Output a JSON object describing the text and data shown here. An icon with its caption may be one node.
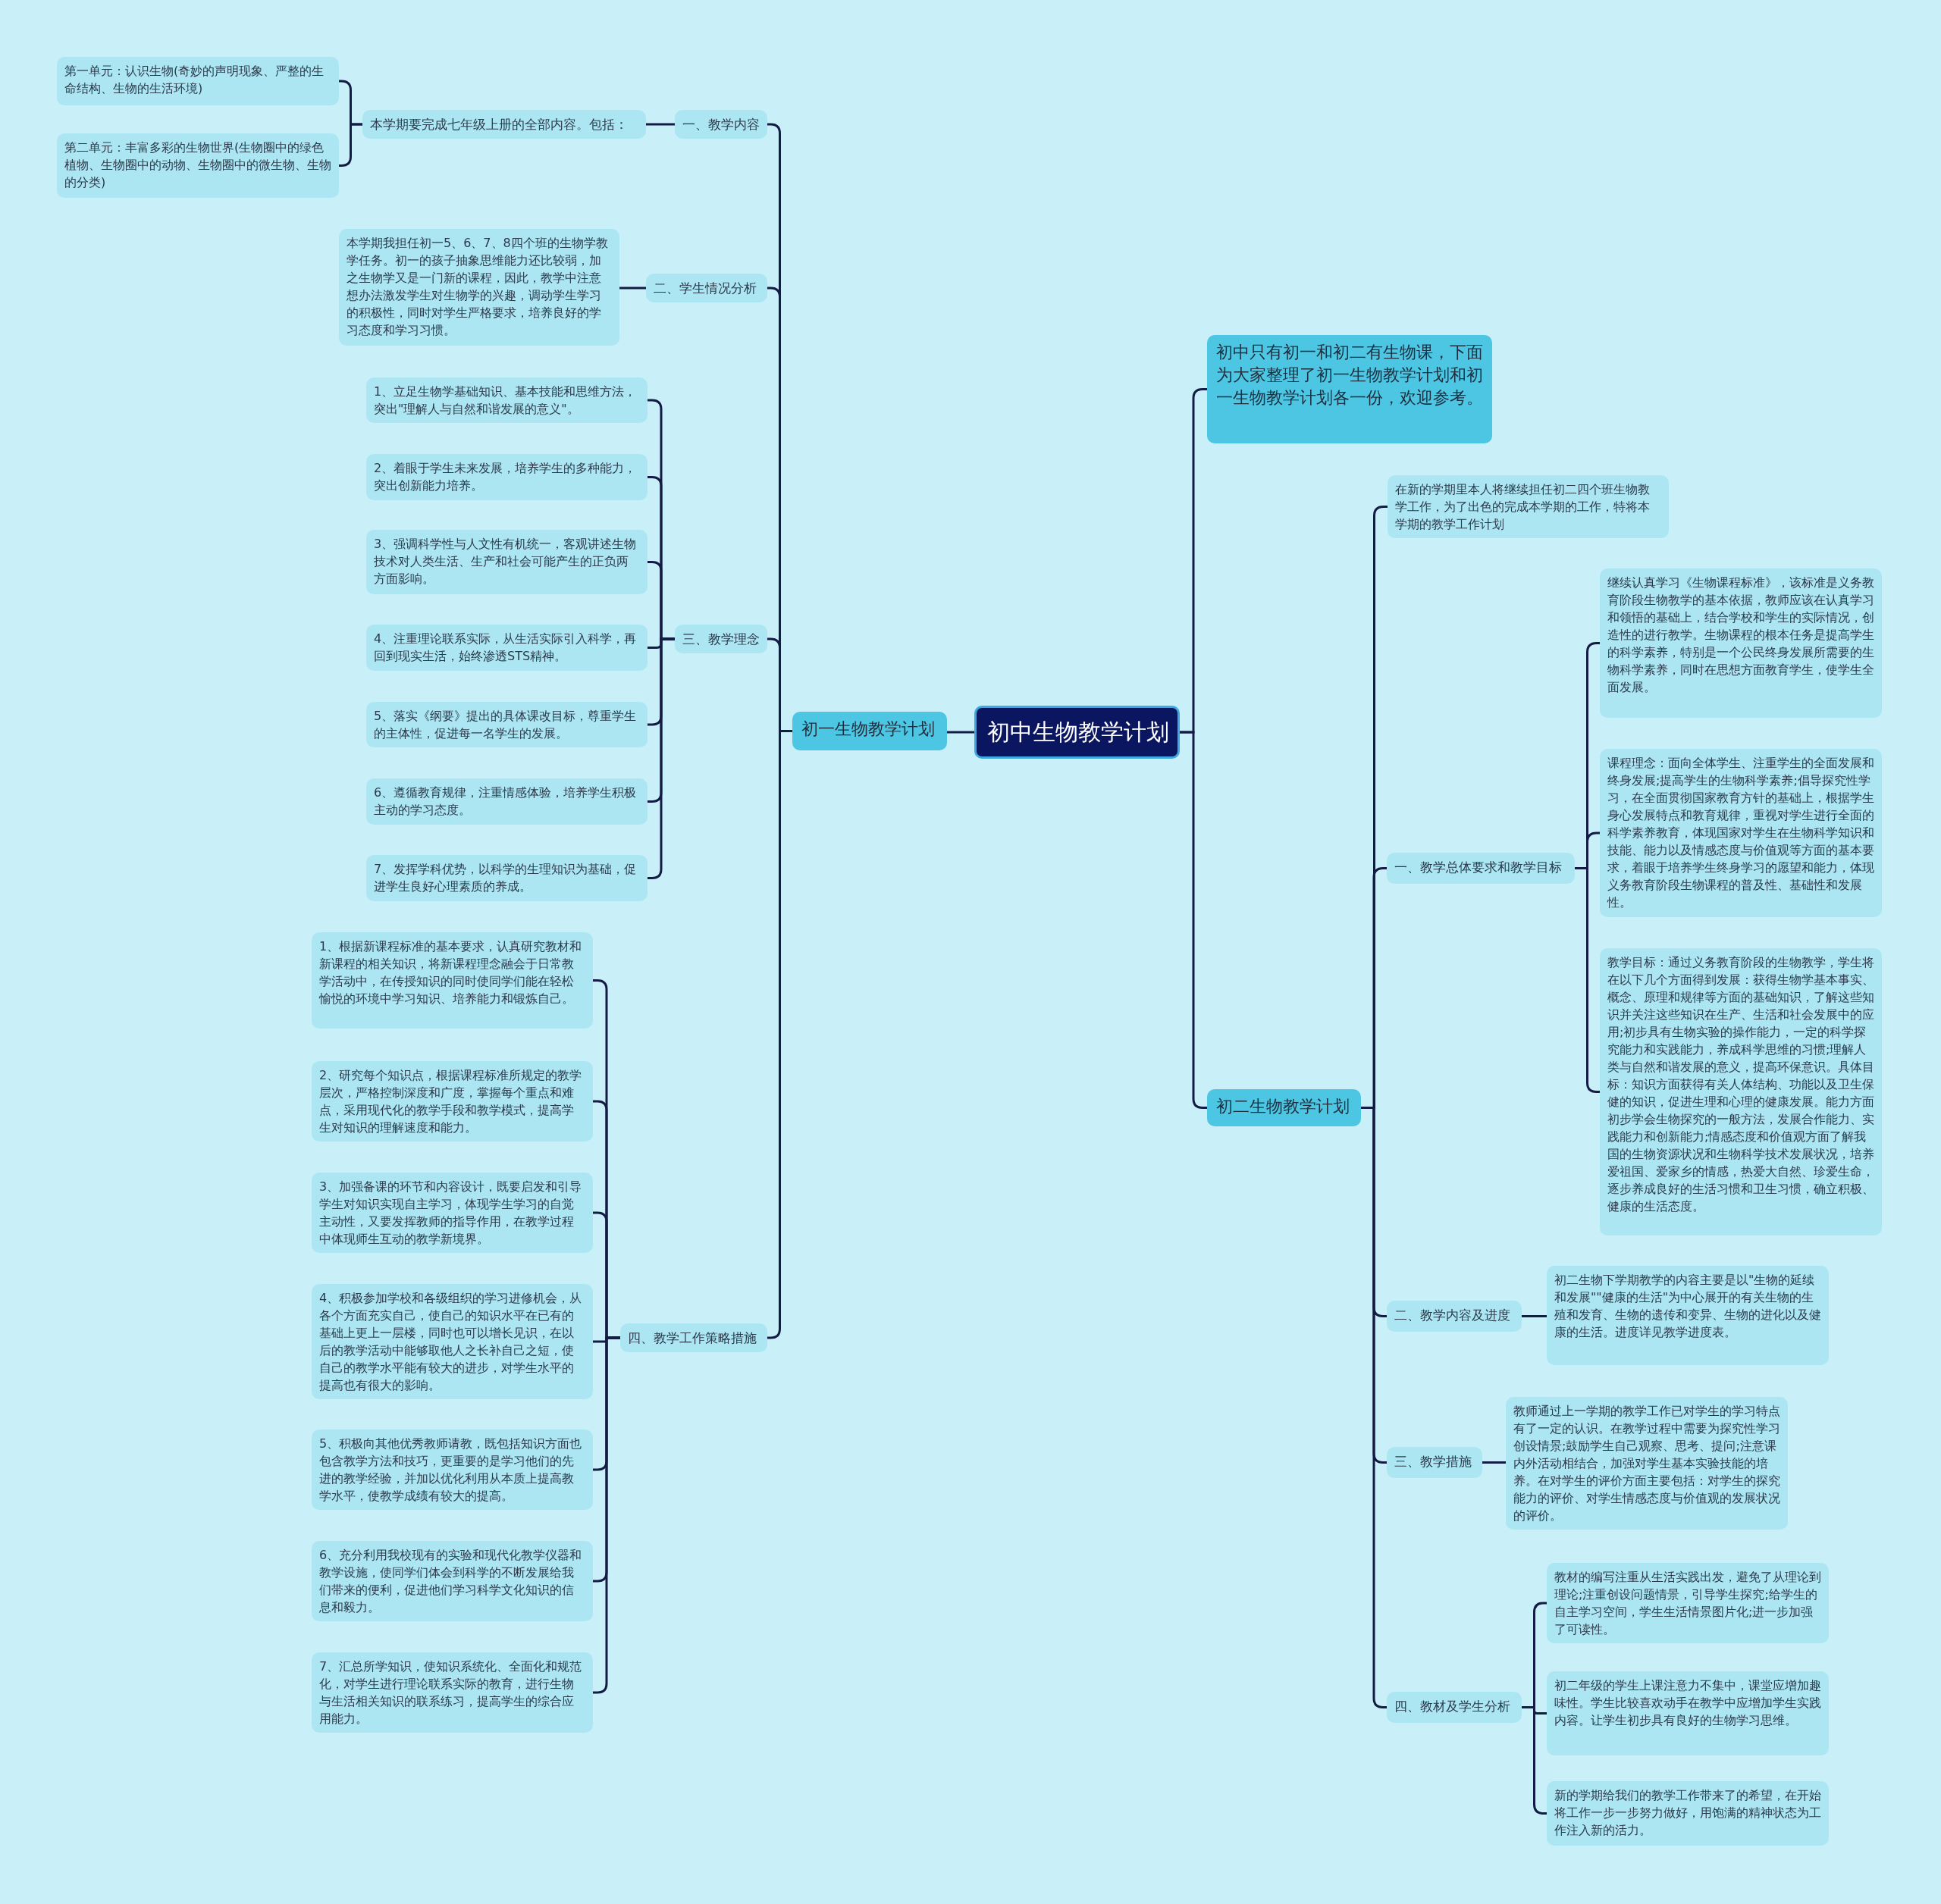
{
  "diagram": {
    "nodes": [
      {
        "text": [
          "初中生物教学计划"
        ]
      },
      {
        "text": [
          "初一生物教学计划"
        ]
      },
      {
        "text": [
          "一、教学内容"
        ]
      },
      {
        "text": [
          "本学期要完成七年级上册的全部内容。包括："
        ]
      },
      {
        "text": [
          "第一单元：认识生物(奇妙的声明现象、严整的生命结构、生物的生活环境)"
        ]
      },
      {
        "text": [
          "第二单元：丰富多彩的生物世界(生物圈中的绿色植物、生物圈中的动物、生物圈中的微生物、生物的分类)"
        ]
      },
      {
        "text": [
          "二、学生情况分析"
        ]
      },
      {
        "text": [
          "本学期我担任初一5、6、7、8四个班的生物学教学任务。初一的孩子抽象思维能力还比较弱，加之生物学又是一门新的课程，因此，教学中注意想办法激发学生对生物学的兴趣，调动学生学习的积极性，同时对学生严格要求，培养良好的学习态度和学习习惯。"
        ]
      },
      {
        "text": [
          "三、教学理念"
        ]
      },
      {
        "text": [
          "1、立足生物学基础知识、基本技能和思维方法，突出\"理解人与自然和谐发展的意义\"。"
        ]
      },
      {
        "text": [
          "2、着眼于学生未来发展，培养学生的多种能力，突出创新能力培养。"
        ]
      },
      {
        "text": [
          "3、强调科学性与人文性有机统一，客观讲述生物技术对人类生活、生产和社会可能产生的正负两方面影响。"
        ]
      },
      {
        "text": [
          "4、注重理论联系实际，从生活实际引入科学，再回到现实生活，始终渗透STS精神。"
        ]
      },
      {
        "text": [
          "5、落实《纲要》提出的具体课改目标，尊重学生的主体性，促进每一名学生的发展。"
        ]
      },
      {
        "text": [
          "6、遵循教育规律，注重情感体验，培养学生积极主动的学习态度。"
        ]
      },
      {
        "text": [
          "7、发挥学科优势，以科学的生理知识为基础，促进学生良好心理素质的养成。"
        ]
      },
      {
        "text": [
          "四、教学工作策略措施"
        ]
      },
      {
        "text": [
          "1、根据新课程标准的基本要求，认真研究教材和新课程的相关知识，将新课程理念融会于日常教学活动中，在传授知识的同时使同学们能在轻松愉悦的环境中学习知识、培养能力和锻炼自己。"
        ]
      },
      {
        "text": [
          "2、研究每个知识点，根据课程标准所规定的教学层次，严格控制深度和广度，掌握每个重点和难点，采用现代化的教学手段和教学模式，提高学生对知识的理解速度和能力。"
        ]
      },
      {
        "text": [
          "3、加强备课的环节和内容设计，既要启发和引导学生对知识实现自主学习，体现学生学习的自觉主动性，又要发挥教师的指导作用，在教学过程中体现师生互动的教学新境界。"
        ]
      },
      {
        "text": [
          "4、积极参加学校和各级组织的学习进修机会，从各个方面充实自己，使自己的知识水平在已有的基础上更上一层楼，同时也可以增长见识，在以后的教学活动中能够取他人之长补自己之短，使自己的教学水平能有较大的进步，对学生水平的提高也有很大的影响。"
        ]
      },
      {
        "text": [
          "5、积极向其他优秀教师请教，既包括知识方面也包含教学方法和技巧，更重要的是学习他们的先进的教学经验，并加以优化利用从本质上提高教学水平，使教学成绩有较大的提高。"
        ]
      },
      {
        "text": [
          "6、充分利用我校现有的实验和现代化教学仪器和教学设施，使同学们体会到科学的不断发展给我们带来的便利，促进他们学习科学文化知识的信息和毅力。"
        ]
      },
      {
        "text": [
          "7、汇总所学知识，使知识系统化、全面化和规范化，对学生进行理论联系实际的教育，进行生物与生活相关知识的联系练习，提高学生的综合应用能力。"
        ]
      },
      {
        "text": [
          "初中只有初一和初二有生物课，下面为大家整理了初一生物教学计划和初一生物教学计划各一份，欢迎参考。"
        ]
      },
      {
        "text": [
          "初二生物教学计划"
        ]
      },
      {
        "text": [
          "在新的学期里本人将继续担任初二四个班生物教学工作，为了出色的完成本学期的工作，特将本学期的教学工作计划"
        ]
      },
      {
        "text": [
          "一、教学总体要求和教学目标"
        ]
      },
      {
        "text": [
          "继续认真学习《生物课程标准》，该标准是义务教育阶段生物教学的基本依据，教师应该在认真学习和领悟的基础上，结合学校和学生的实际情况，创造性的进行教学。生物课程的根本任务是提高学生的科学素养，特别是一个公民终身发展所需要的生物科学素养，同时在思想方面教育学生，使学生全面发展。"
        ]
      },
      {
        "text": [
          "课程理念：面向全体学生、注重学生的全面发展和终身发展;提高学生的生物科学素养;倡导探究性学习，在全面贯彻国家教育方针的基础上，根据学生身心发展特点和教育规律，重视对学生进行全面的科学素养教育，体现国家对学生在生物科学知识和技能、能力以及情感态度与价值观等方面的基本要求，着眼于培养学生终身学习的愿望和能力，体现义务教育阶段生物课程的普及性、基础性和发展性。"
        ]
      },
      {
        "text": [
          "教学目标：通过义务教育阶段的生物教学，学生将在以下几个方面得到发展：获得生物学基本事实、概念、原理和规律等方面的基础知识，了解这些知识并关注这些知识在生产、生活和社会发展中的应用;初步具有生物实验的操作能力，一定的科学探究能力和实践能力，养成科学思维的习惯;理解人类与自然和谐发展的意义，提高环保意识。具体目标：知识方面获得有关人体结构、功能以及卫生保健的知识，促进生理和心理的健康发展。能力方面初步学会生物探究的一般方法，发展合作能力、实践能力和创新能力;情感态度和价值观方面了解我国的生物资源状况和生物科学技术发展状况，培养爱祖国、爱家乡的情感，热爱大自然、珍爱生命，逐步养成良好的生活习惯和卫生习惯，确立积极、健康的生活态度。"
        ]
      },
      {
        "text": [
          "二、教学内容及进度"
        ]
      },
      {
        "text": [
          "初二生物下学期教学的内容主要是以\"生物的延续和发展\"\"健康的生活\"为中心展开的有关生物的生殖和发育、生物的遗传和变异、生物的进化以及健康的生活。进度详见教学进度表。"
        ]
      },
      {
        "text": [
          "三、教学措施"
        ]
      },
      {
        "text": [
          "教师通过上一学期的教学工作已对学生的学习特点有了一定的认识。在教学过程中需要为探究性学习创设情景;鼓励学生自己观察、思考、提问;注意课内外活动相结合，加强对学生基本实验技能的培养。在对学生的评价方面主要包括：对学生的探究能力的评价、对学生情感态度与价值观的发展状况的评价。"
        ]
      },
      {
        "text": [
          "四、教材及学生分析"
        ]
      },
      {
        "text": [
          "教材的编写注重从生活实践出发，避免了从理论到理论;注重创设问题情景，引导学生探究;给学生的自主学习空间，学生生活情景图片化;进一步加强了可读性。"
        ]
      },
      {
        "text": [
          "初二年级的学生上课注意力不集中，课堂应增加趣味性。学生比较喜欢动手在教学中应增加学生实践内容。让学生初步具有良好的生物学习思维。"
        ]
      },
      {
        "text": [
          "新的学期给我们的教学工作带来了的希望，在开始将工作一步一步努力做好，用饱满的精神状态为工作注入新的活力。"
        ]
      }
    ],
    "edges": [
      {
        "from": 0,
        "to": 1,
        "arrow": "none"
      },
      {
        "from": 1,
        "to": 2,
        "arrow": "none"
      },
      {
        "from": 2,
        "to": 3,
        "arrow": "none"
      },
      {
        "from": 3,
        "to": 4,
        "arrow": "none"
      },
      {
        "from": 3,
        "to": 5,
        "arrow": "none"
      },
      {
        "from": 1,
        "to": 6,
        "arrow": "none"
      },
      {
        "from": 6,
        "to": 7,
        "arrow": "none"
      },
      {
        "from": 1,
        "to": 8,
        "arrow": "none"
      },
      {
        "from": 8,
        "to": 9,
        "arrow": "none"
      },
      {
        "from": 8,
        "to": 10,
        "arrow": "none"
      },
      {
        "from": 8,
        "to": 11,
        "arrow": "none"
      },
      {
        "from": 8,
        "to": 12,
        "arrow": "none"
      },
      {
        "from": 8,
        "to": 13,
        "arrow": "none"
      },
      {
        "from": 8,
        "to": 14,
        "arrow": "none"
      },
      {
        "from": 8,
        "to": 15,
        "arrow": "none"
      },
      {
        "from": 1,
        "to": 16,
        "arrow": "none"
      },
      {
        "from": 16,
        "to": 17,
        "arrow": "none"
      },
      {
        "from": 16,
        "to": 18,
        "arrow": "none"
      },
      {
        "from": 16,
        "to": 19,
        "arrow": "none"
      },
      {
        "from": 16,
        "to": 20,
        "arrow": "none"
      },
      {
        "from": 16,
        "to": 21,
        "arrow": "none"
      },
      {
        "from": 16,
        "to": 22,
        "arrow": "none"
      },
      {
        "from": 16,
        "to": 23,
        "arrow": "none"
      },
      {
        "from": 0,
        "to": 24,
        "arrow": "none"
      },
      {
        "from": 0,
        "to": 25,
        "arrow": "none"
      },
      {
        "from": 25,
        "to": 26,
        "arrow": "none"
      },
      {
        "from": 25,
        "to": 27,
        "arrow": "none"
      },
      {
        "from": 27,
        "to": 28,
        "arrow": "none"
      },
      {
        "from": 27,
        "to": 29,
        "arrow": "none"
      },
      {
        "from": 27,
        "to": 30,
        "arrow": "none"
      },
      {
        "from": 25,
        "to": 31,
        "arrow": "none"
      },
      {
        "from": 31,
        "to": 32,
        "arrow": "none"
      },
      {
        "from": 25,
        "to": 33,
        "arrow": "none"
      },
      {
        "from": 33,
        "to": 34,
        "arrow": "none"
      },
      {
        "from": 25,
        "to": 35,
        "arrow": "none"
      },
      {
        "from": 35,
        "to": 36,
        "arrow": "none"
      },
      {
        "from": 35,
        "to": 37,
        "arrow": "none"
      },
      {
        "from": 35,
        "to": 38,
        "arrow": "none"
      }
    ]
  }
}
